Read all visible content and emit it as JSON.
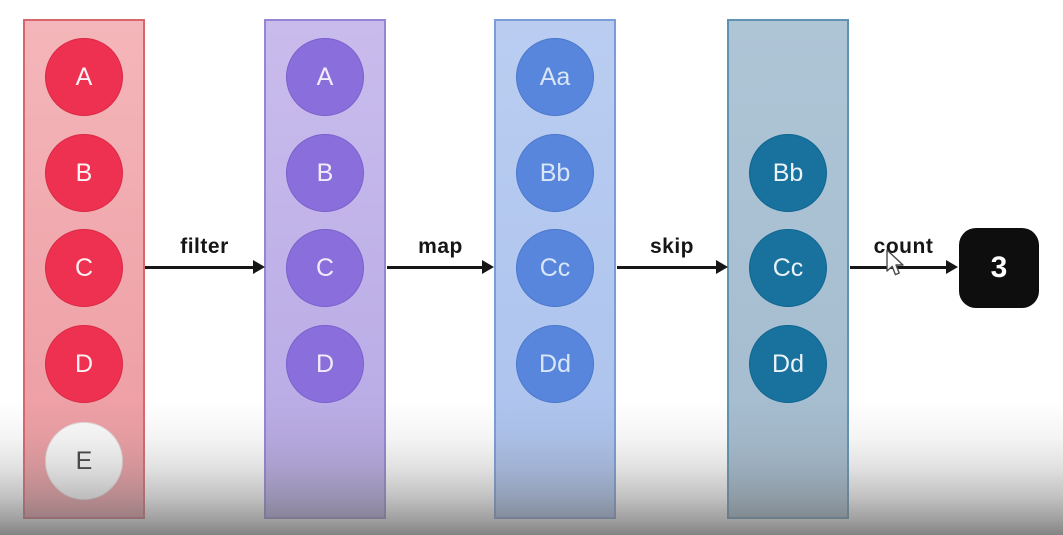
{
  "diagram": {
    "columns": [
      {
        "name": "source-stream",
        "rect_fill_top": "#f4b6ba",
        "rect_fill_bottom": "#ec9aa0",
        "rect_border": "#d8666f",
        "circle_fill": "#ee3150",
        "circle_border": "#d82946",
        "circle_text_color": "#fdf2f3",
        "circles": [
          {
            "label": "A",
            "row": 0
          },
          {
            "label": "B",
            "row": 1
          },
          {
            "label": "C",
            "row": 2
          },
          {
            "label": "D",
            "row": 3
          },
          {
            "label": "E",
            "row": 4,
            "fill": "#fbfafa",
            "border": "#e2dada",
            "text_color": "#3d3d3d"
          }
        ]
      },
      {
        "name": "filtered-stream",
        "rect_fill_top": "#c9bcec",
        "rect_fill_bottom": "#b6a8e4",
        "rect_border": "#9486d2",
        "circle_fill": "#8a6edb",
        "circle_border": "#7a5fcd",
        "circle_text_color": "#f0ecfb",
        "circles": [
          {
            "label": "A",
            "row": 0
          },
          {
            "label": "B",
            "row": 1
          },
          {
            "label": "C",
            "row": 2
          },
          {
            "label": "D",
            "row": 3
          }
        ]
      },
      {
        "name": "mapped-stream",
        "rect_fill_top": "#bacdf1",
        "rect_fill_bottom": "#abc2ed",
        "rect_border": "#7b9cd9",
        "circle_fill": "#5886dc",
        "circle_border": "#4a77cb",
        "circle_text_color": "#d9e6f8",
        "circles": [
          {
            "label": "Aa",
            "row": 0
          },
          {
            "label": "Bb",
            "row": 1
          },
          {
            "label": "Cc",
            "row": 2
          },
          {
            "label": "Dd",
            "row": 3
          }
        ]
      },
      {
        "name": "skipped-stream",
        "rect_fill_top": "#aec5d6",
        "rect_fill_bottom": "#a3bbce",
        "rect_border": "#5e93b4",
        "circle_fill": "#19719d",
        "circle_border": "#0e6590",
        "circle_text_color": "#eaf3f8",
        "circles": [
          {
            "label": "Bb",
            "row": 1
          },
          {
            "label": "Cc",
            "row": 2
          },
          {
            "label": "Dd",
            "row": 3
          }
        ]
      }
    ],
    "operators": [
      {
        "label": "filter"
      },
      {
        "label": "map"
      },
      {
        "label": "skip"
      },
      {
        "label": "count"
      }
    ],
    "result": {
      "value": "3",
      "bg": "#0e0e0e",
      "text_color": "#ffffff"
    },
    "arrow_color": "#161616",
    "cursor": {
      "name": "arrow-pointer"
    }
  }
}
